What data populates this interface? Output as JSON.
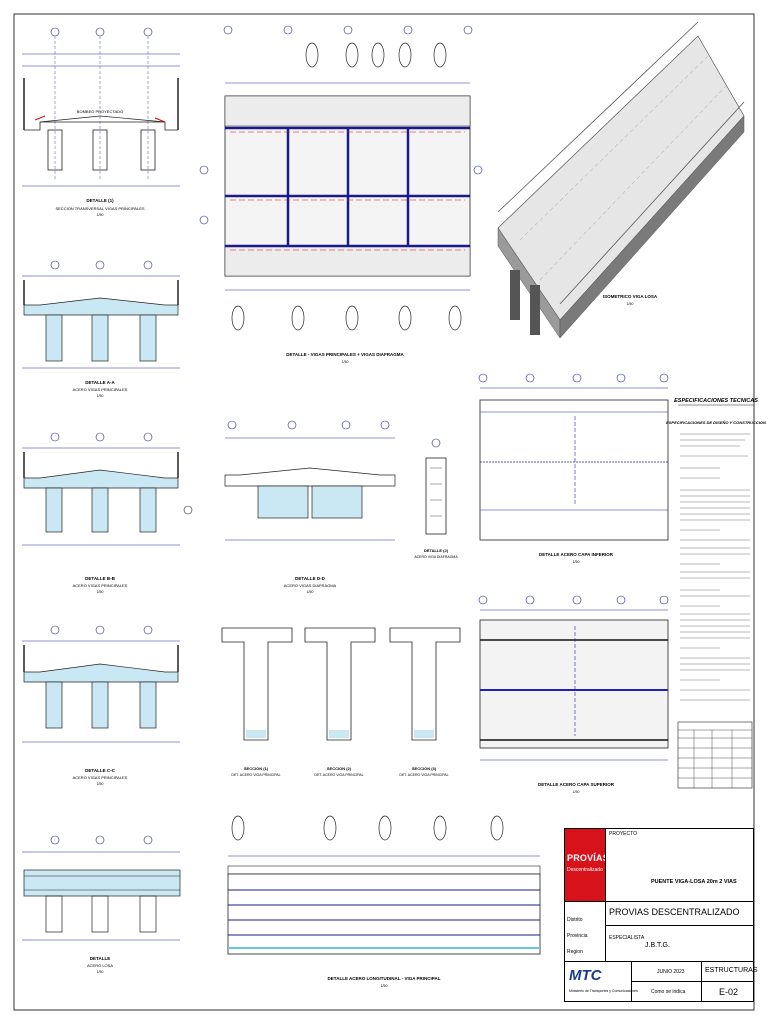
{
  "details": {
    "d1_title": "DETALLE (1)",
    "d1_sub": "SECCION TRANSVERSAL VIGAS PRINCIPALES",
    "d1_top": "BOMBEO PROYECTADO",
    "d2_title": "DETALLE A-A",
    "d2_sub": "ACERO VIGAS PRINCIPALES",
    "d3_title": "DETALLE B-B",
    "d3_sub": "ACERO VIGAS PRINCIPALES",
    "d4_title": "DETALLE C-C",
    "d4_sub": "ACERO VIGAS PRINCIPALES",
    "d5_title": "DETALLE",
    "d5_sub": "ACERO LOSA",
    "plan_title": "DETALLE - VIGAS PRINCIPALES + VIGAS DIAFRAGMA",
    "iso_title": "ISOMETRICO VIGA LOSA",
    "diaph_title": "DETALLE D-D",
    "diaph_sub": "ACERO VIGAS DIAFRAGMA",
    "diaph_small_title": "DETALLE (2)",
    "diaph_small_sub": "ACERO VIGA DIAFRAGMA",
    "inf_title": "DETALLE ACERO CAPA INFERIOR",
    "sup_title": "DETALLE ACERO CAPA SUPERIOR",
    "sec1": "SECCION (1)",
    "sec2": "SECCION (2)",
    "sec3": "SECCION (3)",
    "sec_sub": "DET. ACERO VIGA PRINCIPAL",
    "long_title": "DETALLE ACERO LONGITUDINAL - VIGA PRINCIPAL",
    "scale": "1/50"
  },
  "specs": {
    "title": "ESPECIFICACIONES TECNICAS",
    "subtitle": "ESPECIFICACIONES DE DISEÑO Y CONSTRUCCION"
  },
  "title_block": {
    "logo_line1": "PROVÍAS",
    "logo_line2": "Descentralizado",
    "proyecto_label": "PROYECTO",
    "project_name": "PUENTE VIGA-LOSA 20m 2 VIAS",
    "entity": "PROVIAS DESCENTRALIZADO",
    "especialista_label": "ESPECIALISTA",
    "especialista": "J.B.T.G.",
    "fecha": "JUNIO 2023",
    "escala": "Como se indica",
    "discipline": "ESTRUCTURAS",
    "sheet": "E-02",
    "mtc": "MTC",
    "mtc_sub": "Ministerio de Transportes y Comunicaciones",
    "row_labels": [
      "Distrito",
      "Provincia",
      "Region"
    ]
  },
  "colors": {
    "line": "#222222",
    "dim": "#2222aa",
    "rebar": "#cc1111",
    "cyan": "#66c6e6",
    "brand": "#d8121b"
  }
}
